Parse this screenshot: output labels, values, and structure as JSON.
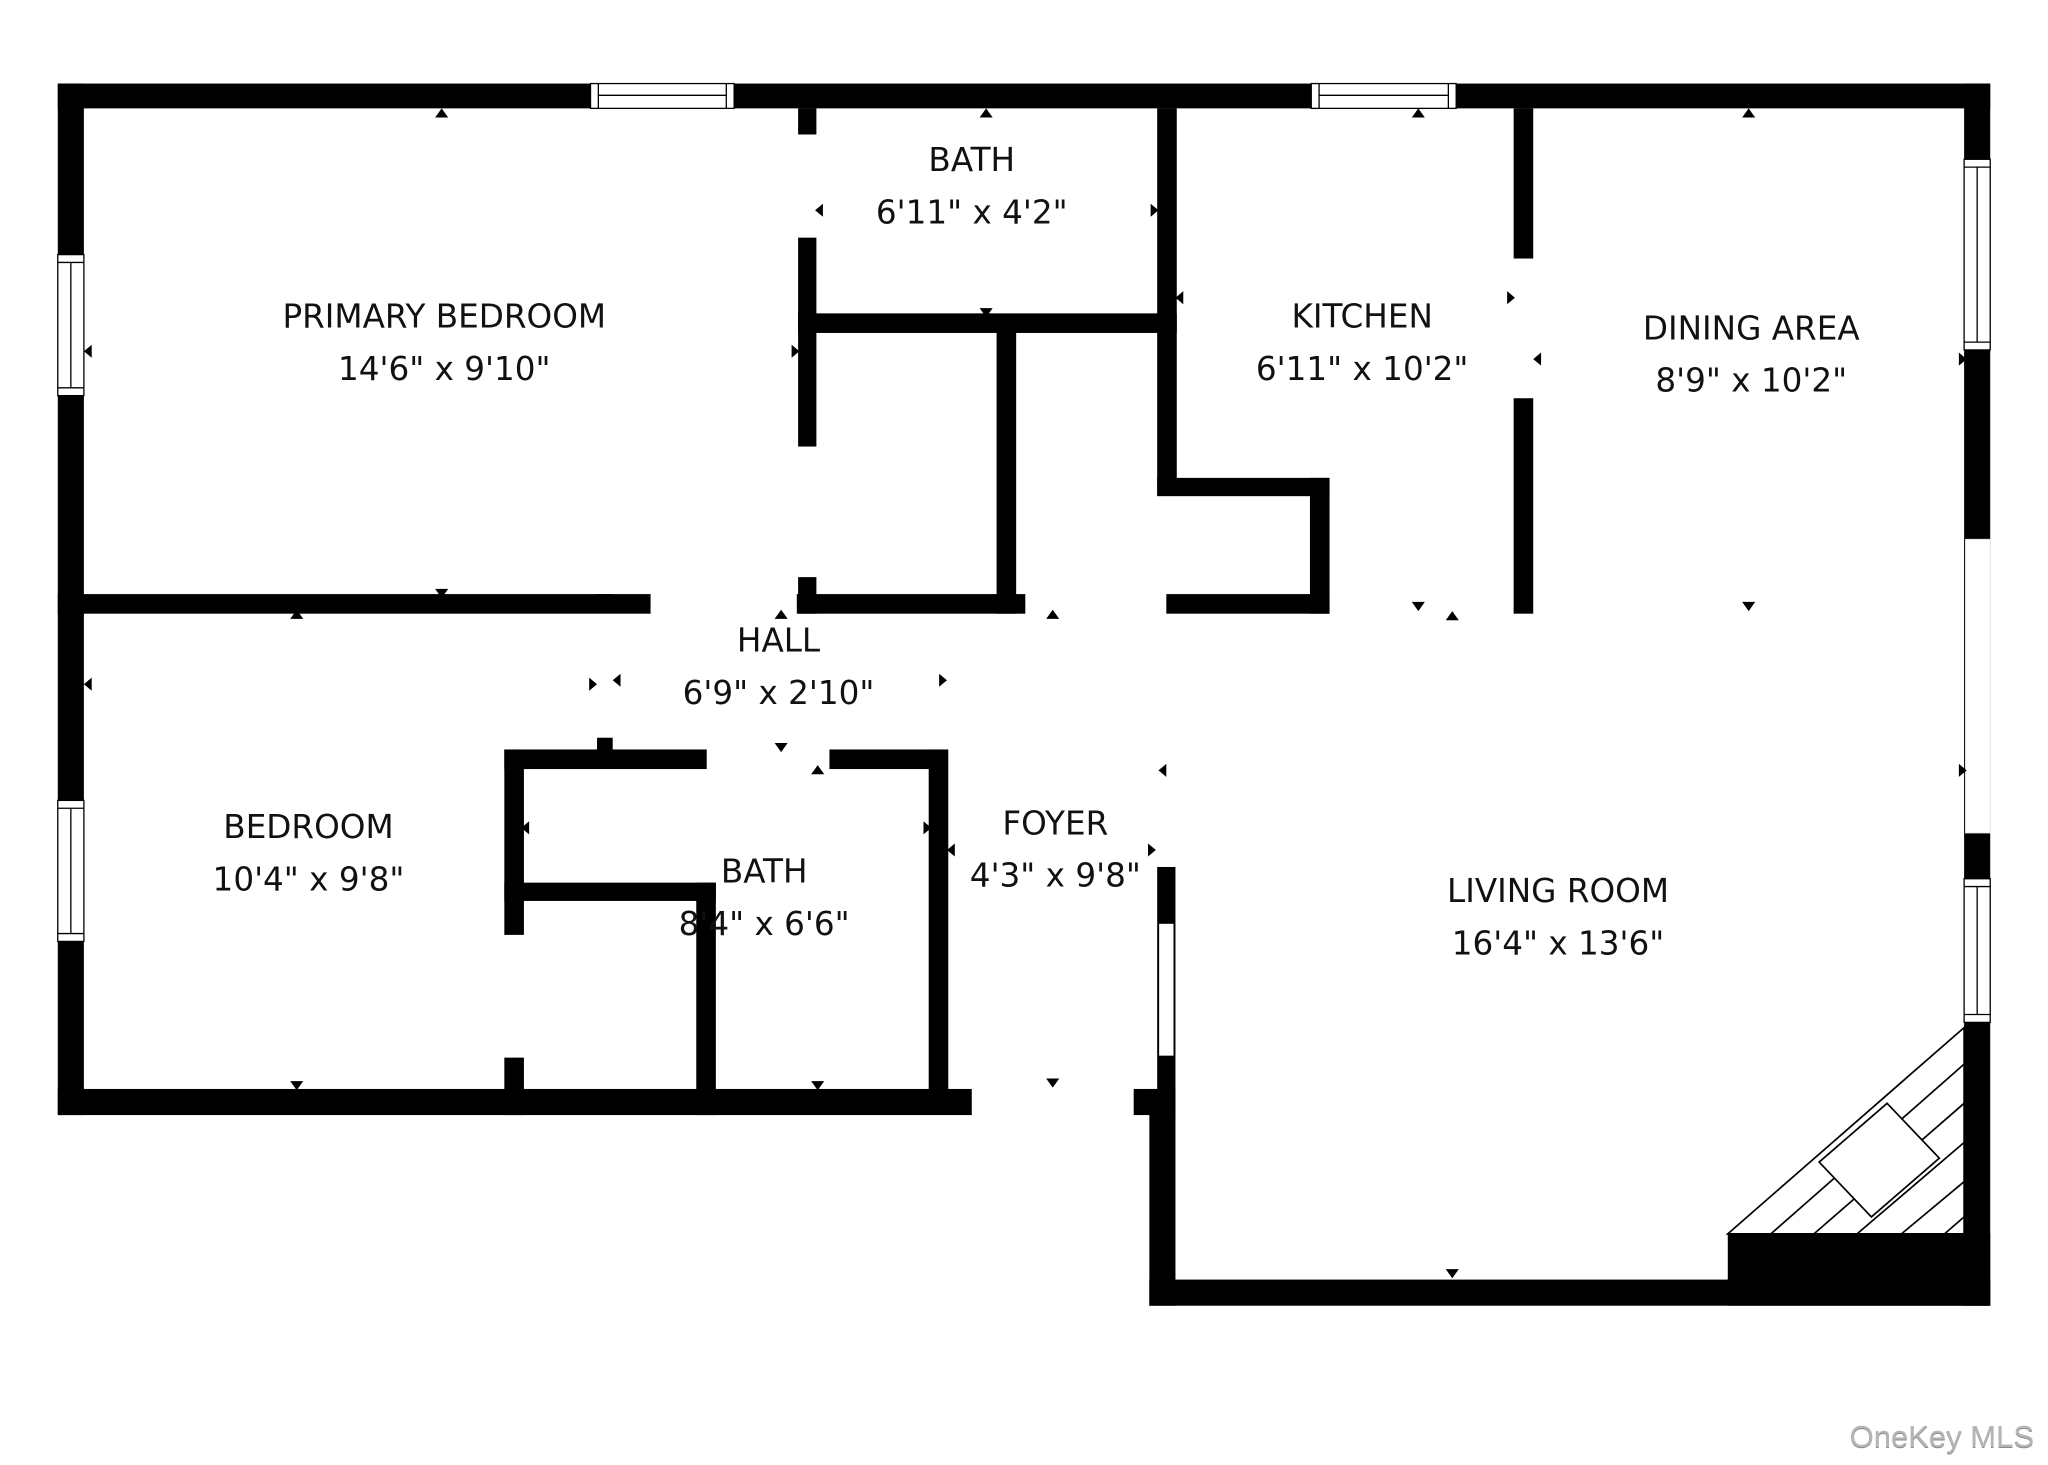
{
  "floorplan": {
    "colors": {
      "wall": "#000000",
      "background": "#ffffff",
      "text": "#111111",
      "watermark": "#b5b5b5"
    },
    "rooms": [
      {
        "id": "primary-bedroom",
        "name": "PRIMARY BEDROOM",
        "dimensions": "14'6\" x 9'10\""
      },
      {
        "id": "bath-upper",
        "name": "BATH",
        "dimensions": "6'11\" x 4'2\""
      },
      {
        "id": "kitchen",
        "name": "KITCHEN",
        "dimensions": "6'11\" x 10'2\""
      },
      {
        "id": "dining-area",
        "name": "DINING AREA",
        "dimensions": "8'9\" x 10'2\""
      },
      {
        "id": "hall",
        "name": "HALL",
        "dimensions": "6'9\" x 2'10\""
      },
      {
        "id": "bedroom",
        "name": "BEDROOM",
        "dimensions": "10'4\" x 9'8\""
      },
      {
        "id": "bath-lower",
        "name": "BATH",
        "dimensions": "8'4\" x 6'6\""
      },
      {
        "id": "foyer",
        "name": "FOYER",
        "dimensions": "4'3\" x 9'8\""
      },
      {
        "id": "living-room",
        "name": "LIVING ROOM",
        "dimensions": "16'4\" x 13'6\""
      }
    ],
    "icons": {
      "stairs": "stairs-icon",
      "window": "window-icon",
      "measure_marker": "triangle-marker-icon"
    }
  },
  "watermark": "OneKey MLS"
}
